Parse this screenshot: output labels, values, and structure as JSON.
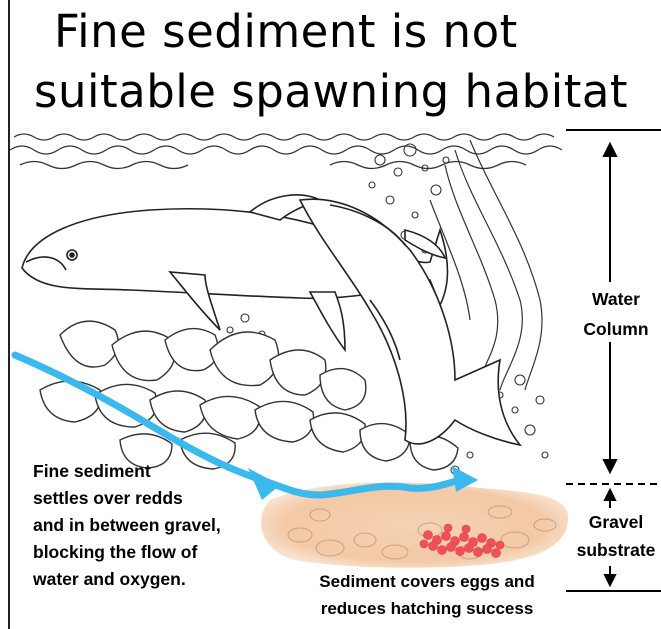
{
  "title": {
    "line1": "Fine sediment is not",
    "line2": "suitable spawning habitat"
  },
  "annotations": {
    "fine_sediment": [
      "Fine sediment",
      "settles over redds",
      "and in between gravel,",
      "blocking the flow of",
      "water and oxygen."
    ],
    "eggs": [
      "Sediment covers eggs and",
      "reduces hatching success"
    ]
  },
  "legend": {
    "water_column": [
      "Water",
      "Column"
    ],
    "gravel_substrate": [
      "Gravel",
      "substrate"
    ]
  },
  "colors": {
    "flow_arrow": "#3bb8ec",
    "sediment": "#f3c9a6",
    "eggs": "#f0505a",
    "line_art": "#222222"
  },
  "icons": {
    "fish": "salmon-line-art",
    "flow": "water-flow-arrow"
  }
}
